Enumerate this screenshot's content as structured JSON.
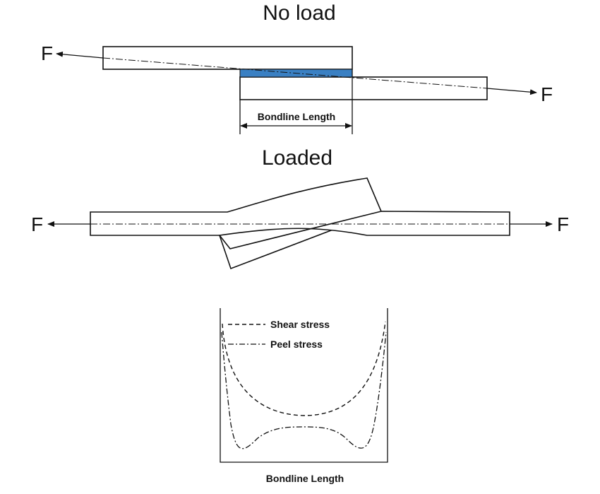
{
  "panel_unloaded": {
    "title": "No load",
    "force_left": "F",
    "force_right": "F",
    "dimension_label": "Bondline Length"
  },
  "panel_loaded": {
    "title": "Loaded",
    "force_left": "F",
    "force_right": "F"
  },
  "stress_plot": {
    "legend_shear": "Shear stress",
    "legend_peel": "Peel stress",
    "xlabel": "Bondline Length"
  },
  "colors": {
    "adhesive": "#3a80c3",
    "line": "#111111",
    "background": "#ffffff"
  }
}
